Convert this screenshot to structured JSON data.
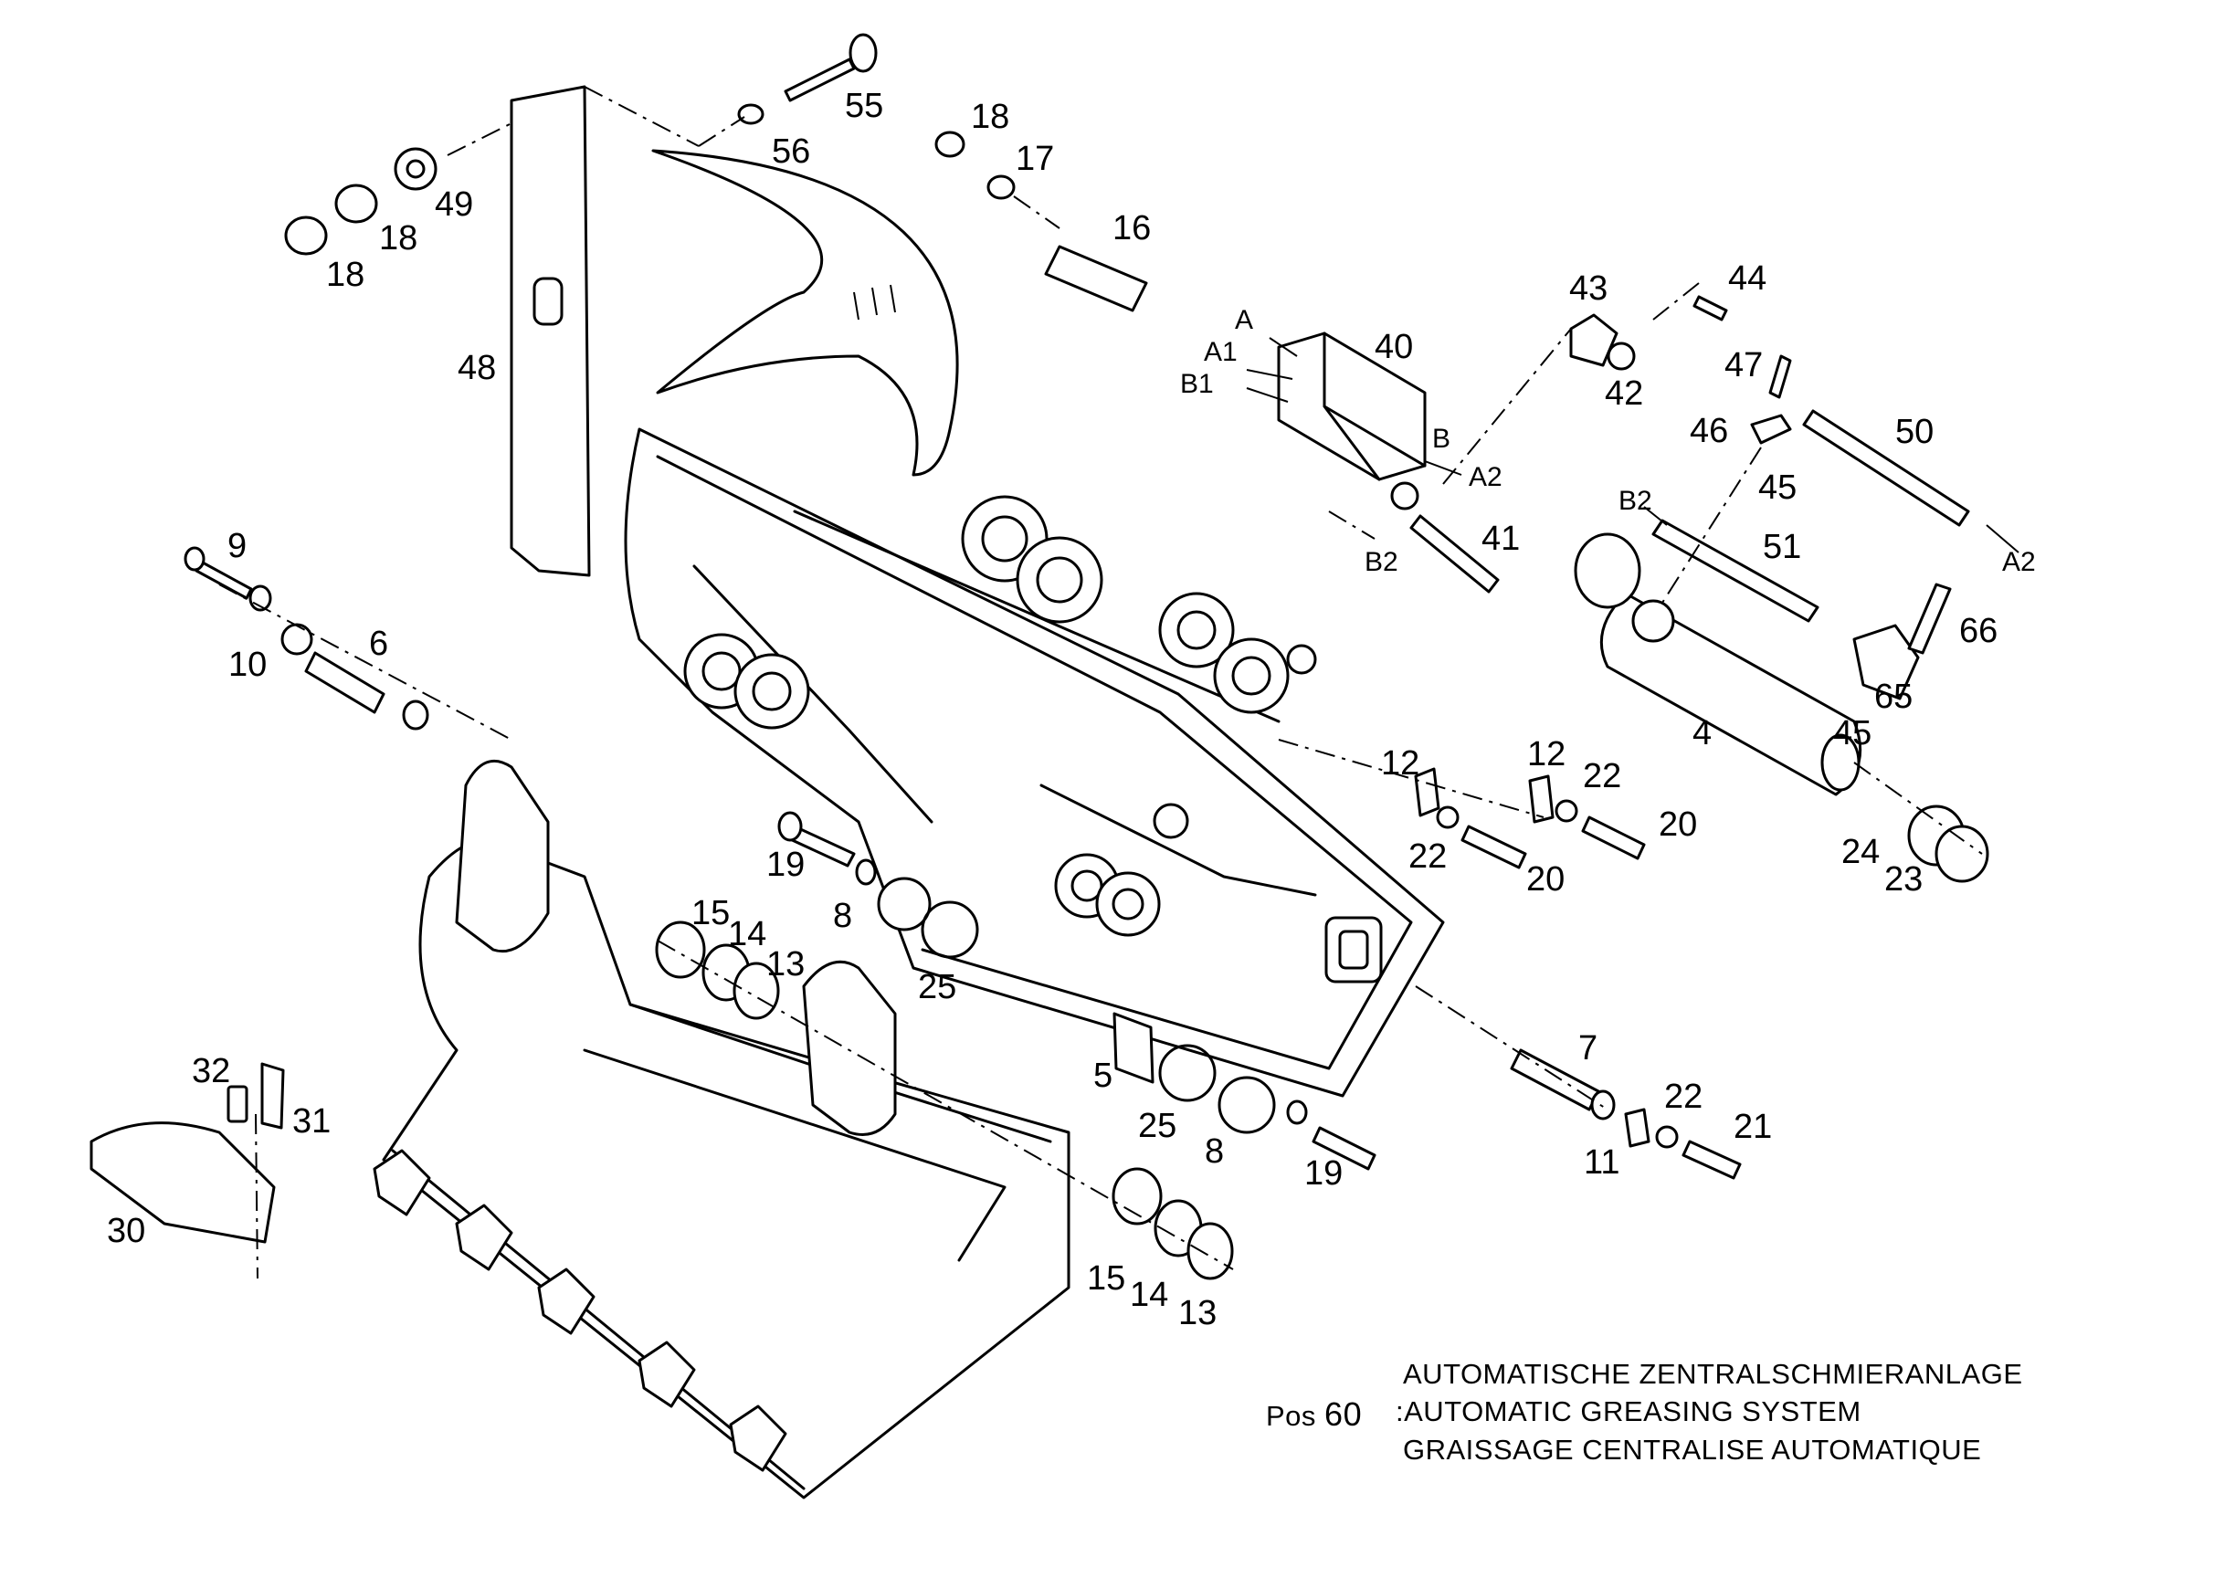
{
  "callouts": {
    "c4": "4",
    "c5": "5",
    "c6": "6",
    "c7": "7",
    "c8a": "8",
    "c8b": "8",
    "c9": "9",
    "c10": "10",
    "c11": "11",
    "c12a": "12",
    "c12b": "12",
    "c13a": "13",
    "c13b": "13",
    "c14a": "14",
    "c14b": "14",
    "c15a": "15",
    "c15b": "15",
    "c16": "16",
    "c17": "17",
    "c18a": "18",
    "c18b": "18",
    "c18c": "18",
    "c19a": "19",
    "c19b": "19",
    "c20a": "20",
    "c20b": "20",
    "c21": "21",
    "c22a": "22",
    "c22b": "22",
    "c22c": "22",
    "c23": "23",
    "c24": "24",
    "c25a": "25",
    "c25b": "25",
    "c30": "30",
    "c31": "31",
    "c32": "32",
    "c40": "40",
    "c41": "41",
    "c42": "42",
    "c43": "43",
    "c44": "44",
    "c45a": "45",
    "c45b": "45",
    "c46": "46",
    "c47": "47",
    "c48": "48",
    "c49": "49",
    "c50": "50",
    "c51": "51",
    "c55": "55",
    "c56": "56",
    "c65": "65",
    "c66": "66"
  },
  "port_labels": {
    "A": "A",
    "A1": "A1",
    "B1": "B1",
    "B": "B",
    "A2_block": "A2",
    "B2_block": "B2",
    "B2_hose": "B2",
    "A2_hose": "A2"
  },
  "note": {
    "pos_label": "Pos",
    "pos_number": "60",
    "separator": ":",
    "line_de": "AUTOMATISCHE  ZENTRALSCHMIERANLAGE",
    "line_en": "AUTOMATIC GREASING SYSTEM",
    "line_fr": "GRAISSAGE CENTRALISE  AUTOMATIQUE"
  }
}
